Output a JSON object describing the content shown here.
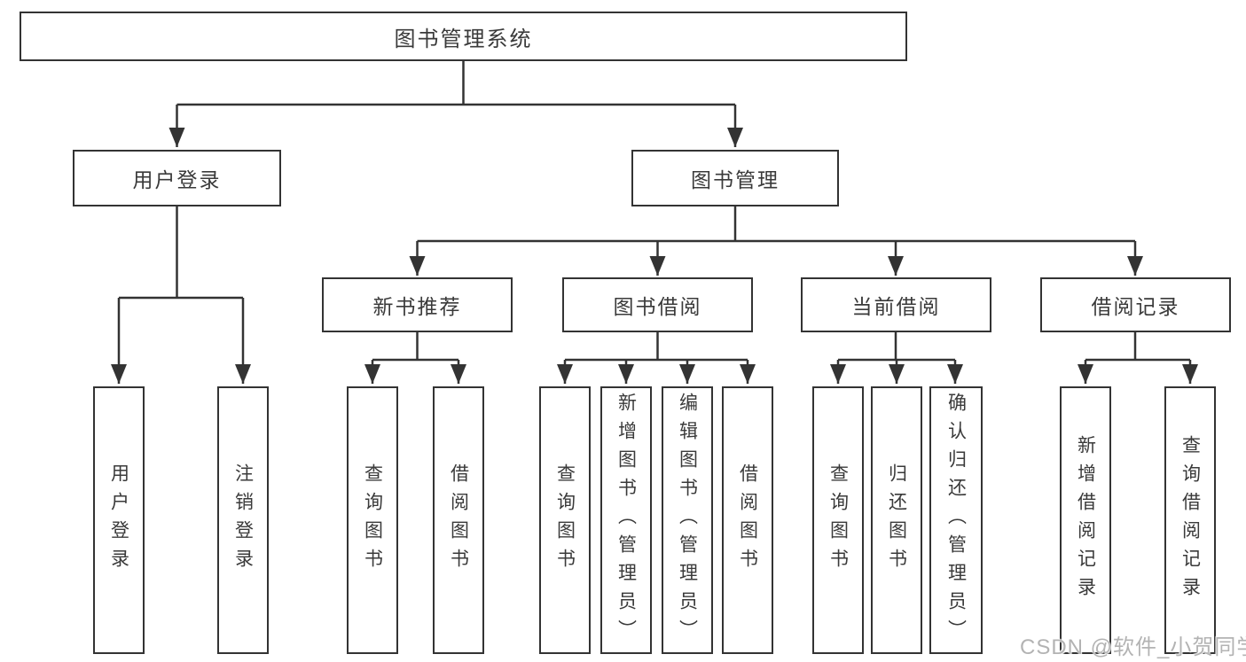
{
  "diagram": {
    "root": {
      "label": "图书管理系统"
    },
    "level2": [
      {
        "id": "user-login",
        "label": "用户登录"
      },
      {
        "id": "book-management",
        "label": "图书管理"
      }
    ],
    "level3": [
      {
        "id": "new-book-recommend",
        "label": "新书推荐"
      },
      {
        "id": "book-borrow",
        "label": "图书借阅"
      },
      {
        "id": "current-borrow",
        "label": "当前借阅"
      },
      {
        "id": "borrow-records",
        "label": "借阅记录"
      }
    ],
    "leaves": [
      {
        "id": "leaf-user-login",
        "label": "用户登录"
      },
      {
        "id": "leaf-logout",
        "label": "注销登录"
      },
      {
        "id": "leaf-query-books-1",
        "label": "查询图书"
      },
      {
        "id": "leaf-borrow-books-1",
        "label": "借阅图书"
      },
      {
        "id": "leaf-query-books-2",
        "label": "查询图书"
      },
      {
        "id": "leaf-add-books",
        "label": "新增图书（管理员）"
      },
      {
        "id": "leaf-edit-books",
        "label": "编辑图书（管理员）"
      },
      {
        "id": "leaf-borrow-books-2",
        "label": "借阅图书"
      },
      {
        "id": "leaf-query-books-3",
        "label": "查询图书"
      },
      {
        "id": "leaf-return-books",
        "label": "归还图书"
      },
      {
        "id": "leaf-confirm-return",
        "label": "确认归还（管理员）"
      },
      {
        "id": "leaf-add-borrow-record",
        "label": "新增借阅记录"
      },
      {
        "id": "leaf-query-borrow-record",
        "label": "查询借阅记录"
      }
    ]
  },
  "watermark": "CSDN @软件_小贺同学",
  "colors": {
    "line": "#333333",
    "box_border": "#333333",
    "text": "#3a3a3a",
    "background": "#ffffff",
    "watermark": "#b3b3b3"
  }
}
